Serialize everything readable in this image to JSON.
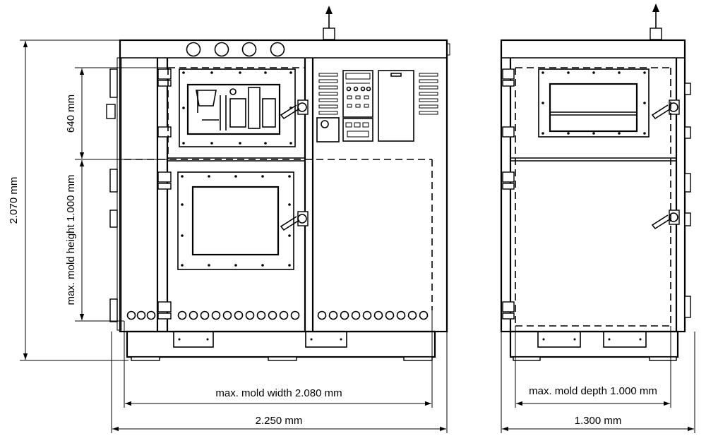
{
  "dimensions": {
    "overall_height": "2.070 mm",
    "upper_chamber_height": "640 mm",
    "max_mold_height": "max. mold height 1.000 mm",
    "max_mold_width": "max. mold width 2.080 mm",
    "overall_width": "2.250 mm",
    "max_mold_depth": "max. mold depth 1.000 mm",
    "overall_depth": "1.300 mm"
  }
}
